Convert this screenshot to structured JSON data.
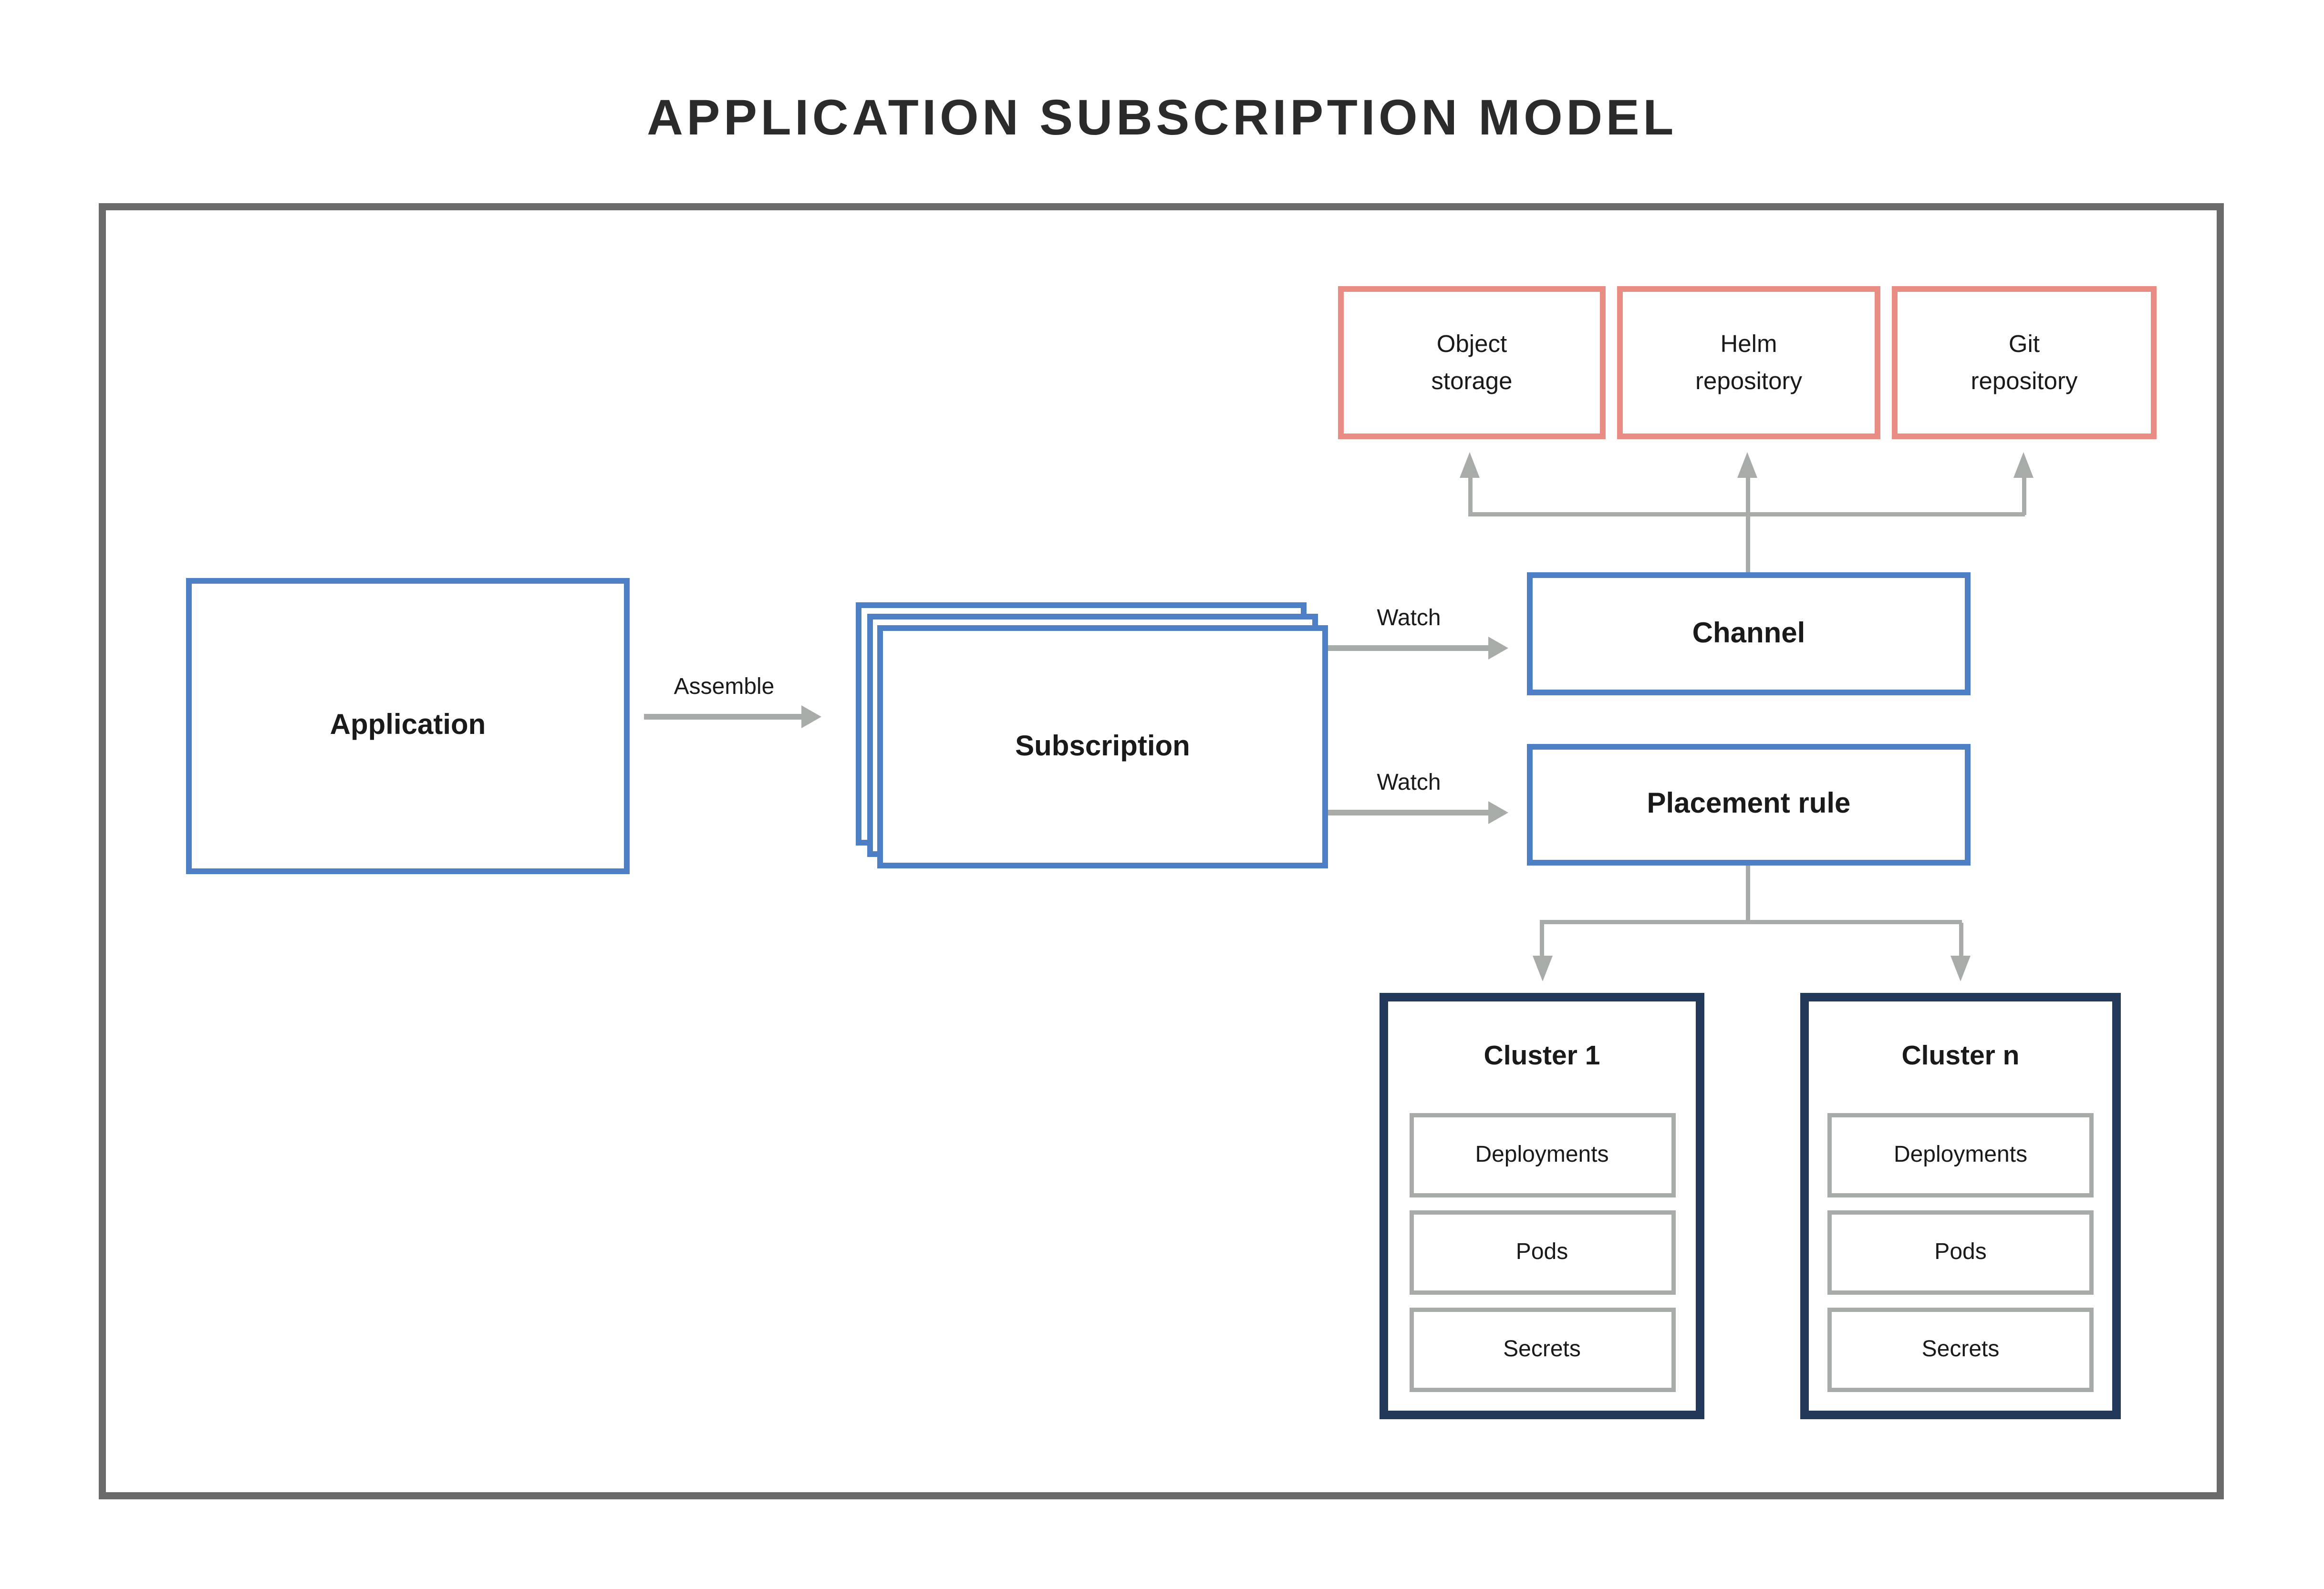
{
  "title": "APPLICATION SUBSCRIPTION MODEL",
  "colors": {
    "blue_border": "#4e7ec3",
    "salmon_border": "#e98c84",
    "navy_border": "#22395a",
    "gray_line": "#a7aca9",
    "frame_border": "#6b6b6b",
    "text": "#1a1a1a"
  },
  "nodes": {
    "application": "Application",
    "subscription": "Subscription",
    "channel": "Channel",
    "placement_rule": "Placement rule"
  },
  "edges": {
    "assemble": "Assemble",
    "watch_channel": "Watch",
    "watch_placement": "Watch"
  },
  "repositories": [
    "Object\nstorage",
    "Helm\nrepository",
    "Git\nrepository"
  ],
  "clusters": [
    {
      "title": "Cluster 1",
      "items": [
        "Deployments",
        "Pods",
        "Secrets"
      ]
    },
    {
      "title": "Cluster n",
      "items": [
        "Deployments",
        "Pods",
        "Secrets"
      ]
    }
  ]
}
